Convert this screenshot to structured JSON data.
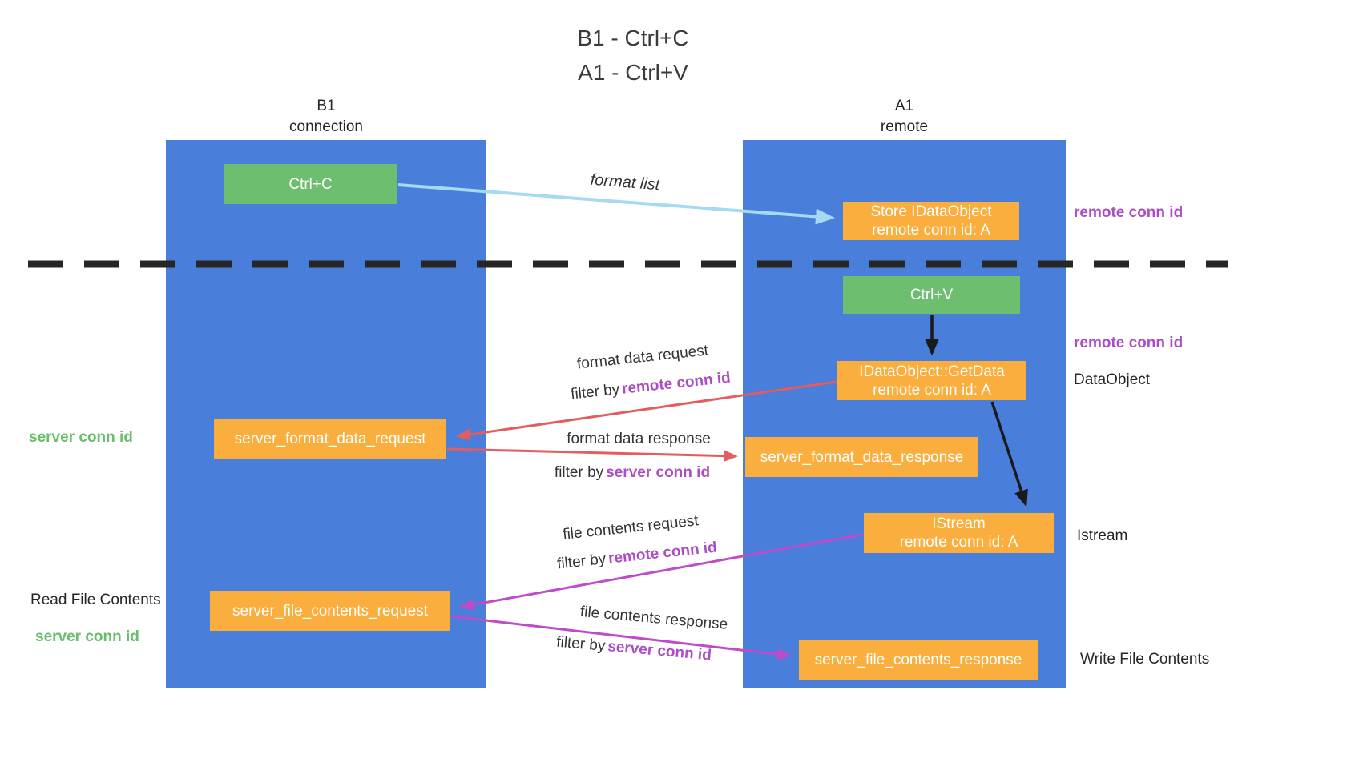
{
  "title": {
    "line1": "B1 - Ctrl+C",
    "line2": "A1 - Ctrl+V"
  },
  "lanes": {
    "left": {
      "name": "B1",
      "subtitle": "connection"
    },
    "right": {
      "name": "A1",
      "subtitle": "remote"
    }
  },
  "nodes": {
    "ctrl_c": "Ctrl+C",
    "ctrl_v": "Ctrl+V",
    "store_idataobject_line1": "Store IDataObject",
    "store_idataobject_line2": "remote conn id: A",
    "getdata_line1": "IDataObject::GetData",
    "getdata_line2": "remote conn id: A",
    "istream_line1": "IStream",
    "istream_line2": "remote conn id: A",
    "server_format_data_request": "server_format_data_request",
    "server_format_data_response": "server_format_data_response",
    "server_file_contents_request": "server_file_contents_request",
    "server_file_contents_response": "server_file_contents_response"
  },
  "edges": {
    "format_list": "format list",
    "format_data_request": "format data request",
    "format_data_response": "format data response",
    "file_contents_request": "file contents request",
    "file_contents_response": "file contents response",
    "filter_by": "filter by",
    "remote_conn_id": "remote conn id",
    "server_conn_id": "server conn id"
  },
  "annotations": {
    "remote_conn_id_top": "remote conn id",
    "remote_conn_id_mid": "remote conn id",
    "dataobject": "DataObject",
    "istream": "Istream",
    "write_file_contents": "Write File Contents",
    "server_conn_id_top": "server conn id",
    "read_file_contents": "Read File Contents",
    "server_conn_id_bottom": "server conn id"
  },
  "colors": {
    "column_blue": "#4a7edb",
    "box_green": "#6dbe6f",
    "box_orange": "#f9ae3d",
    "arrow_red": "#e45c5e",
    "arrow_purple": "#be4bc8",
    "arrow_light_blue": "#a6d9f2",
    "arrow_black": "#1a1a1a",
    "text_purple": "#ab4ec3",
    "text_green": "#69be6b"
  }
}
